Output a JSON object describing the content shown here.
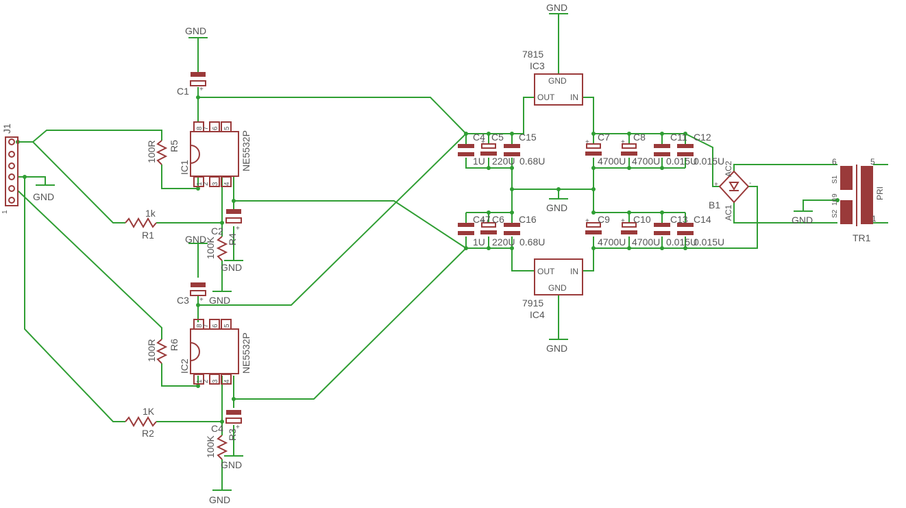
{
  "connector": {
    "name": "J1",
    "pin1": "1"
  },
  "gnd": "GND",
  "opamps": [
    {
      "name": "IC1",
      "value": "NE5532P",
      "pins": [
        "8",
        "7",
        "6",
        "5",
        "1",
        "2",
        "3",
        "4"
      ]
    },
    {
      "name": "IC2",
      "value": "NE5532P",
      "pins": [
        "8",
        "7",
        "6",
        "5",
        "1",
        "2",
        "3",
        "4"
      ]
    }
  ],
  "resistors": {
    "R1": {
      "name": "R1",
      "value": "1k"
    },
    "R2": {
      "name": "R2",
      "value": "1K"
    },
    "R3": {
      "name": "R3",
      "value": "100K"
    },
    "R4": {
      "name": "R4",
      "value": "100K"
    },
    "R5": {
      "name": "R5",
      "value": "100R"
    },
    "R6": {
      "name": "R6",
      "value": "100R"
    }
  },
  "caps_left": {
    "C1": "C1",
    "C2": "C2",
    "C3": "C3",
    "C4": "C4"
  },
  "caps_mid": {
    "C4b": "C4",
    "C5": "C5",
    "C15": "C15",
    "C47": "C47",
    "C6": "C6",
    "C16": "C16",
    "v1u": "1U",
    "v220u": "220U",
    "v068u": "0.68U"
  },
  "caps_right": {
    "C7": "C7",
    "C8": "C8",
    "C11": "C11",
    "C12": "C12",
    "C9": "C9",
    "C10": "C10",
    "C13": "C13",
    "C14": "C14",
    "v4700u": "4700U",
    "v0015u": "0.015U"
  },
  "regulators": [
    {
      "name": "IC3",
      "value": "7815",
      "pin_gnd": "GND",
      "pin_out": "OUT",
      "pin_in": "IN"
    },
    {
      "name": "IC4",
      "value": "7915",
      "pin_gnd": "GND",
      "pin_out": "OUT",
      "pin_in": "IN"
    }
  ],
  "bridge": {
    "name": "B1",
    "ac1": "AC1",
    "ac2": "AC2",
    "plus": "+",
    "minus": "-"
  },
  "transformer": {
    "name": "TR1",
    "pri": "PRI",
    "s1": "S1",
    "s2": "S2",
    "pins": [
      "6",
      "5",
      "9",
      "10",
      "1"
    ]
  }
}
